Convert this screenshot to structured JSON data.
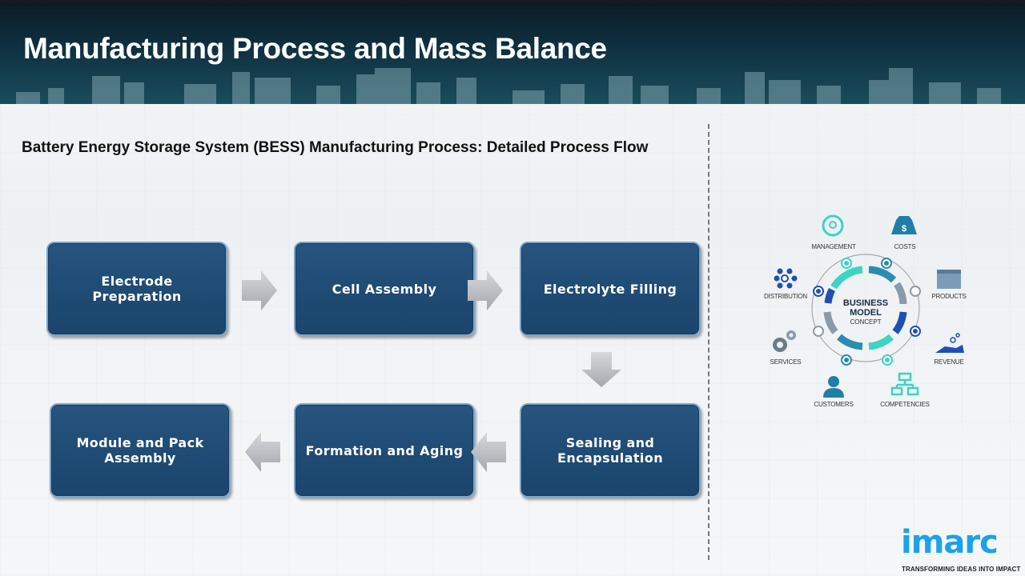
{
  "header": {
    "title": "Manufacturing Process and Mass Balance"
  },
  "subtitle": "Battery Energy Storage System (BESS) Manufacturing Process: Detailed Process Flow",
  "process_flow": {
    "steps": [
      {
        "label": "Electrode Preparation"
      },
      {
        "label": "Cell Assembly"
      },
      {
        "label": "Electrolyte Filling"
      },
      {
        "label": "Sealing and Encapsulation"
      },
      {
        "label": "Formation and Aging"
      },
      {
        "label": "Module and Pack Assembly"
      }
    ],
    "colors": {
      "box": "#1e4a73",
      "box_border": "#7fa6c7",
      "arrow": "#b9bcc0"
    }
  },
  "business_model": {
    "center_line1": "BUSINESS",
    "center_line2": "MODEL",
    "center_line3": "CONCEPT",
    "items": [
      {
        "label": "MANAGEMENT",
        "icon": "lightbulb-cycle-icon"
      },
      {
        "label": "COSTS",
        "icon": "money-bag-icon"
      },
      {
        "label": "PRODUCTS",
        "icon": "box-icon"
      },
      {
        "label": "REVENUE",
        "icon": "hand-coins-icon"
      },
      {
        "label": "COMPETENCIES",
        "icon": "hierarchy-icon"
      },
      {
        "label": "CUSTOMERS",
        "icon": "person-icon"
      },
      {
        "label": "SERVICES",
        "icon": "gears-icon"
      },
      {
        "label": "DISTRIBUTION",
        "icon": "network-icon"
      }
    ],
    "colors": {
      "teal": "#3ed3c3",
      "blue": "#1f4fb4",
      "mid": "#2a8cb0",
      "gray": "#8a9aa8"
    }
  },
  "logo": {
    "text": "imarc",
    "tagline": "TRANSFORMING IDEAS INTO IMPACT",
    "color": "#1aa3e8"
  }
}
